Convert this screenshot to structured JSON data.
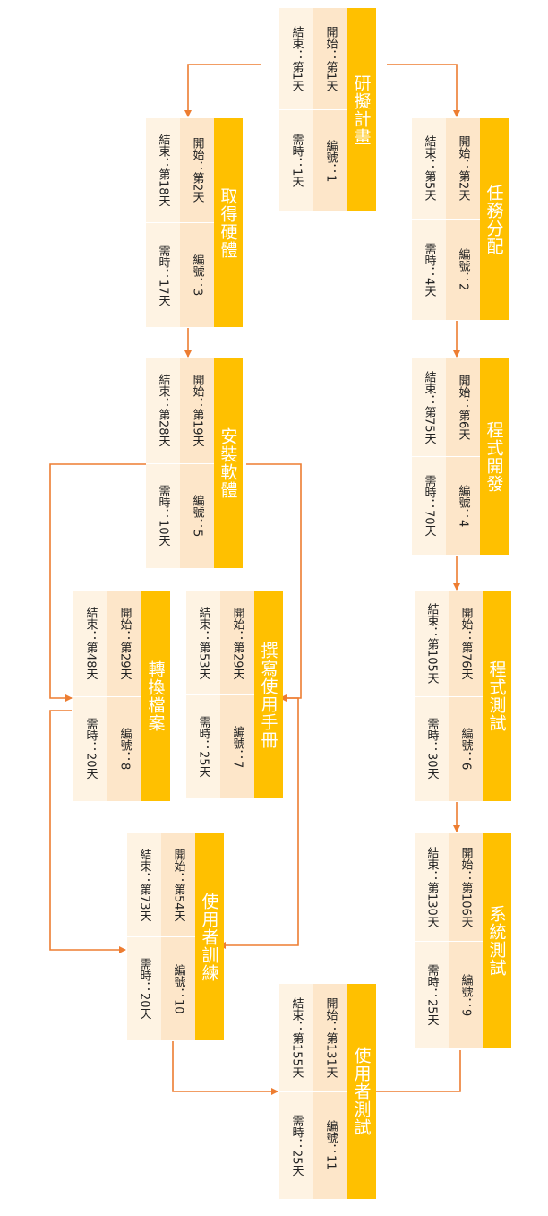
{
  "labels": {
    "start": "開始：",
    "end": "結束：",
    "id": "編號：",
    "duration": "需時："
  },
  "colors": {
    "header": "#ffc000",
    "row1": "#fde6c9",
    "row2": "#fef3e3",
    "arrow": "#ed7d31"
  },
  "tasks": [
    {
      "name": "研擬計畫",
      "start": "第1天",
      "end": "第1天",
      "id": "1",
      "duration": "1天"
    },
    {
      "name": "任務分配",
      "start": "第2天",
      "end": "第5天",
      "id": "2",
      "duration": "4天"
    },
    {
      "name": "取得硬體",
      "start": "第2天",
      "end": "第18天",
      "id": "3",
      "duration": "17天"
    },
    {
      "name": "程式開發",
      "start": "第6天",
      "end": "第75天",
      "id": "4",
      "duration": "70天"
    },
    {
      "name": "安裝軟體",
      "start": "第19天",
      "end": "第28天",
      "id": "5",
      "duration": "10天"
    },
    {
      "name": "程式測試",
      "start": "第76天",
      "end": "第105天",
      "id": "6",
      "duration": "30天"
    },
    {
      "name": "撰寫使用手冊",
      "start": "第29天",
      "end": "第53天",
      "id": "7",
      "duration": "25天"
    },
    {
      "name": "轉換檔案",
      "start": "第29天",
      "end": "第48天",
      "id": "8",
      "duration": "20天"
    },
    {
      "name": "系統測試",
      "start": "第106天",
      "end": "第130天",
      "id": "9",
      "duration": "25天"
    },
    {
      "name": "使用者訓練",
      "start": "第54天",
      "end": "第73天",
      "id": "10",
      "duration": "20天"
    },
    {
      "name": "使用者測試",
      "start": "第131天",
      "end": "第155天",
      "id": "11",
      "duration": "25天"
    }
  ]
}
